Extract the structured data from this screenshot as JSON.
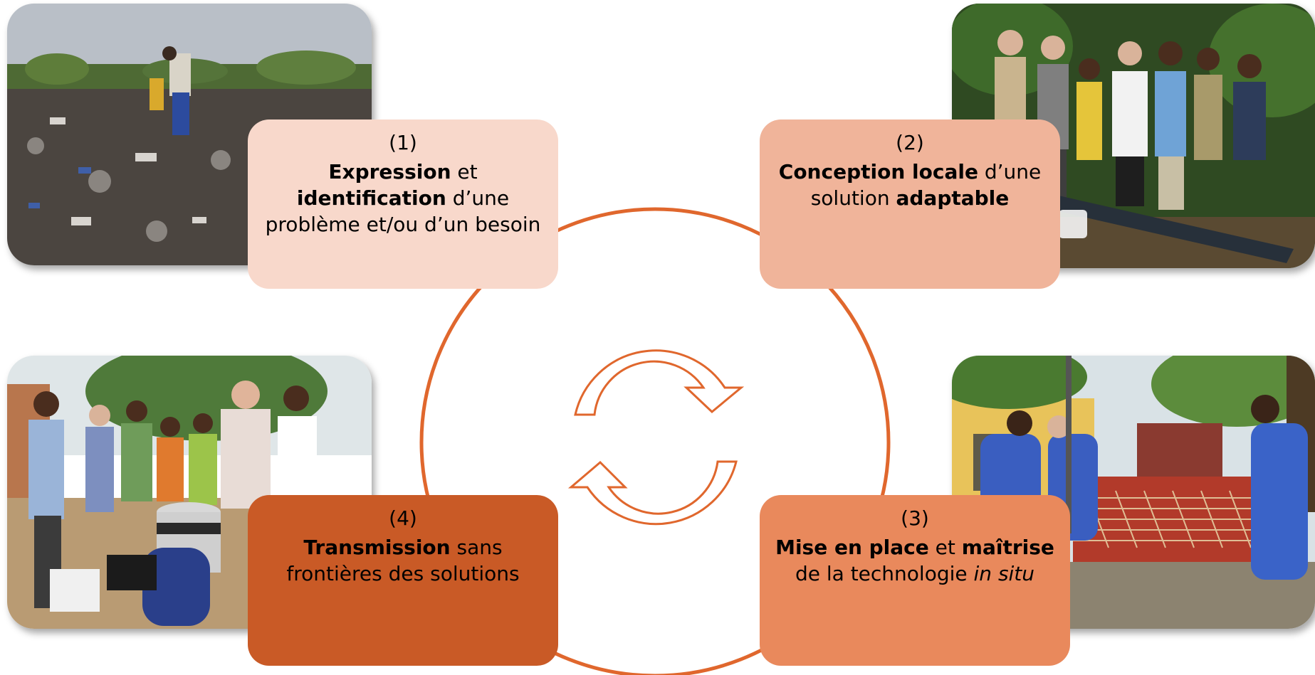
{
  "colors": {
    "ring": "#e0672d",
    "step1": "#f8d8cb",
    "step2": "#f0b49a",
    "step3": "#e9895c",
    "step4": "#c95a26"
  },
  "center_icon": "circular-refresh-arrows",
  "steps": [
    {
      "number": "(1)",
      "parts": [
        {
          "t": "Expression",
          "b": true
        },
        {
          "t": " et ",
          "b": false
        },
        {
          "t": "identification",
          "b": true
        },
        {
          "t": " d’une problème et/ou d’un besoin",
          "b": false
        }
      ],
      "photo": "waste-dump-photo"
    },
    {
      "number": "(2)",
      "parts": [
        {
          "t": "Conception locale",
          "b": true
        },
        {
          "t": " d’une solution ",
          "b": false
        },
        {
          "t": "adaptable",
          "b": true
        }
      ],
      "photo": "group-with-pipe-photo"
    },
    {
      "number": "(3)",
      "parts": [
        {
          "t": "Mise en place",
          "b": true
        },
        {
          "t": " et ",
          "b": false
        },
        {
          "t": "maîtrise",
          "b": true
        },
        {
          "t": " de la technologie ",
          "b": false
        },
        {
          "t": "in situ",
          "b": false,
          "i": true
        }
      ],
      "photo": "fish-tank-net-photo"
    },
    {
      "number": "(4)",
      "parts": [
        {
          "t": "Transmission",
          "b": true
        },
        {
          "t": " sans frontières des solutions",
          "b": false
        }
      ],
      "photo": "outdoor-demonstration-photo"
    }
  ]
}
